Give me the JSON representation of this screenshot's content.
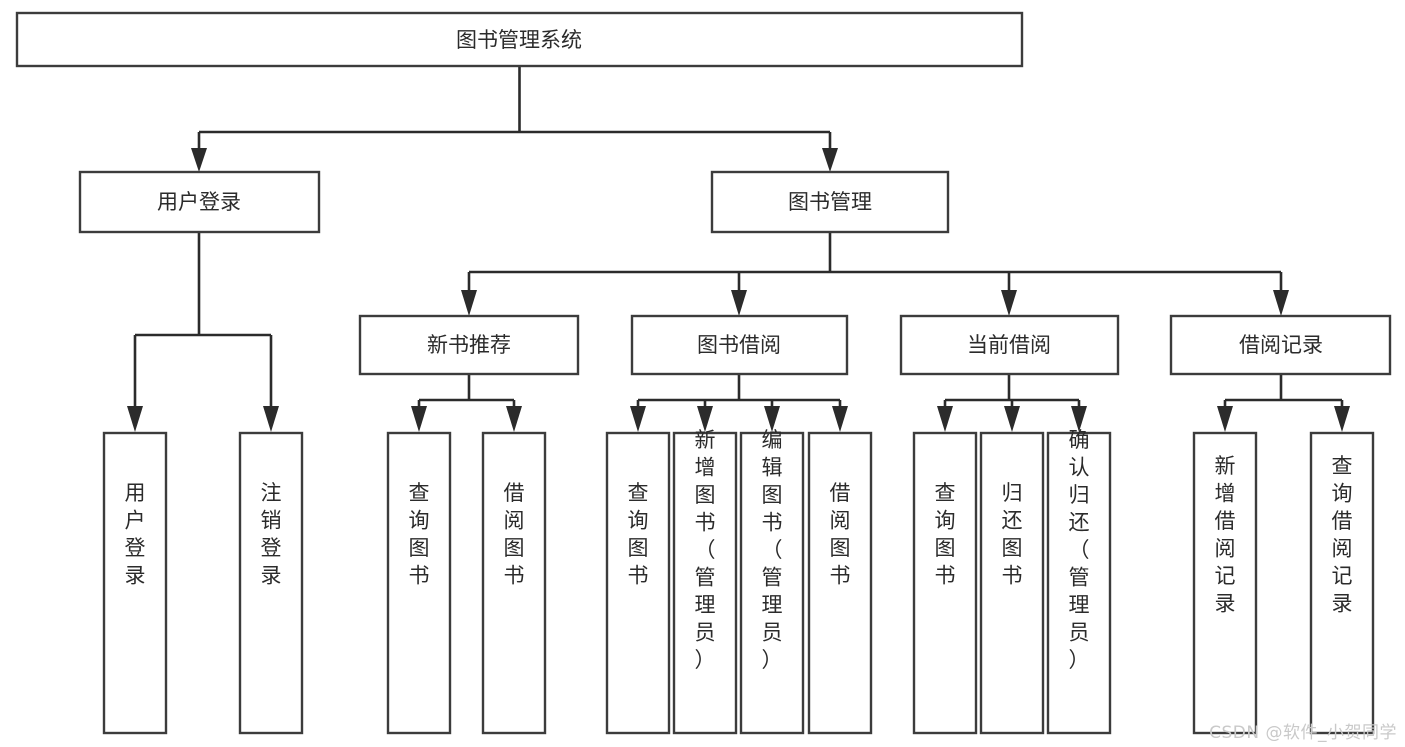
{
  "diagram": {
    "title": "图书管理系统",
    "watermark": "CSDN @软件_小贺同学",
    "colors": {
      "box_stroke": "#3c3c3c",
      "line": "#2b2b2b",
      "box_fill": "#ffffff",
      "text": "#2b2b2b",
      "watermark": "#c9c9c9",
      "background": "#ffffff"
    },
    "root": {
      "label": "图书管理系统"
    },
    "level2": [
      {
        "label": "用户登录"
      },
      {
        "label": "图书管理"
      }
    ],
    "level3": [
      {
        "label": "新书推荐"
      },
      {
        "label": "图书借阅"
      },
      {
        "label": "当前借阅"
      },
      {
        "label": "借阅记录"
      }
    ],
    "leaves": {
      "user_login": [
        {
          "label": "用户登录"
        },
        {
          "label": "注销登录"
        }
      ],
      "new_book_recommend": [
        {
          "label": "查询图书"
        },
        {
          "label": "借阅图书"
        }
      ],
      "book_borrow": [
        {
          "label": "查询图书"
        },
        {
          "label": "新增图书（管理员）"
        },
        {
          "label": "编辑图书（管理员）"
        },
        {
          "label": "借阅图书"
        }
      ],
      "current_borrow": [
        {
          "label": "查询图书"
        },
        {
          "label": "归还图书"
        },
        {
          "label": "确认归还（管理员）"
        }
      ],
      "borrow_record": [
        {
          "label": "新增借阅记录"
        },
        {
          "label": "查询借阅记录"
        }
      ]
    }
  }
}
